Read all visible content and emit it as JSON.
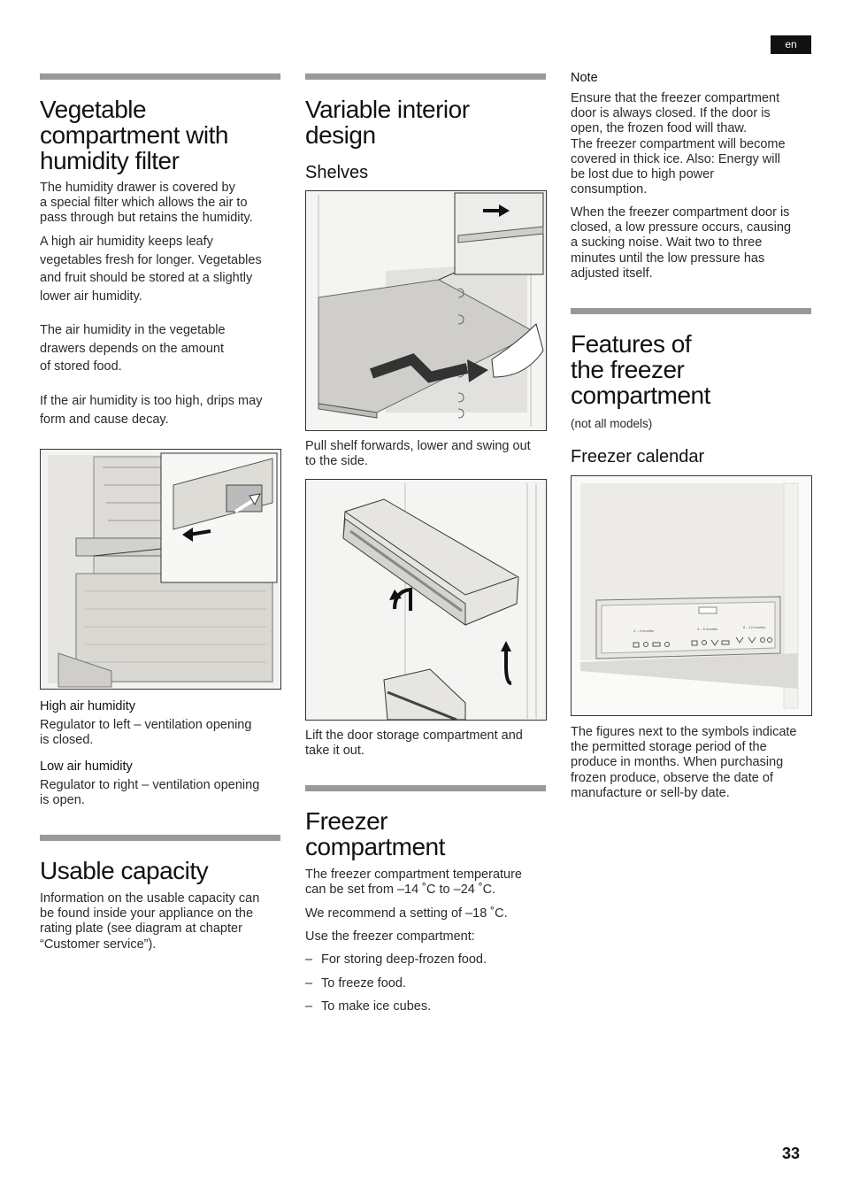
{
  "header": {
    "language": "en"
  },
  "col1": {
    "veg": {
      "title": [
        "Vegetable",
        "compartment with",
        "humidity filter"
      ],
      "p1": [
        "The humidity drawer is covered by",
        "a special filter which allows the air to",
        "pass through but retains the humidity."
      ],
      "p2": [
        "A high air humidity keeps leafy",
        "vegetables fresh for longer. Vegetables",
        "and fruit should be stored at a slightly",
        "lower air humidity."
      ],
      "p3": [
        "The air humidity in the vegetable",
        "drawers depends on the amount",
        "of stored food."
      ],
      "p4": [
        "If the air humidity is too high, drips may",
        "form and cause decay."
      ],
      "high_label": "High air humidity",
      "high_text": [
        "Regulator to left – ventilation opening",
        "is closed."
      ],
      "low_label": "Low air humidity",
      "low_text": [
        "Regulator to right – ventilation opening",
        "is open."
      ]
    },
    "usable": {
      "title": "Usable capacity",
      "text": [
        "Information on the usable capacity can",
        "be found inside your appliance on the",
        "rating plate (see diagram at chapter",
        "“Customer service”)."
      ]
    }
  },
  "col2": {
    "variable": {
      "title": [
        "Variable interior",
        "design"
      ],
      "shelves_heading": "Shelves",
      "shelf_caption": [
        "Pull shelf forwards, lower and swing out",
        "to the side."
      ],
      "door_caption": [
        "Lift the door storage compartment and",
        "take it out."
      ]
    },
    "freezer": {
      "title": [
        "Freezer",
        "compartment"
      ],
      "p1": [
        "The freezer compartment temperature",
        "can be set from –14 ˚C to –24 ˚C."
      ],
      "p2": "We recommend a setting of –18 ˚C.",
      "p3": "Use the freezer compartment:",
      "list": [
        "For storing deep-frozen food.",
        "To freeze food.",
        "To make ice cubes."
      ],
      "dash": "–"
    }
  },
  "col3": {
    "note": {
      "label": "Note",
      "p1": [
        "Ensure that the freezer compartment",
        "door is always closed. If the door is",
        "open, the frozen food will thaw.",
        "The freezer compartment will become",
        "covered in thick ice. Also: Energy will",
        "be lost due to high power",
        "consumption."
      ],
      "p2": [
        "When the freezer compartment door is",
        "closed, a low pressure occurs, causing",
        "a sucking noise. Wait two to three",
        "minutes until the low pressure has",
        "adjusted itself."
      ]
    },
    "features": {
      "title": [
        "Features of",
        "the freezer",
        "compartment"
      ],
      "subtitle": "(not all models)",
      "calendar_heading": "Freezer calendar",
      "calendar_labels": [
        "2 – 3 months",
        "4 – 6 months",
        "8 – 12 months"
      ],
      "caption": [
        "The figures next to the symbols indicate",
        "the permitted storage period of the",
        "produce in months. When purchasing",
        "frozen produce, observe the date of",
        "manufacture or sell-by date."
      ]
    }
  },
  "footer": {
    "page_number": "33"
  }
}
